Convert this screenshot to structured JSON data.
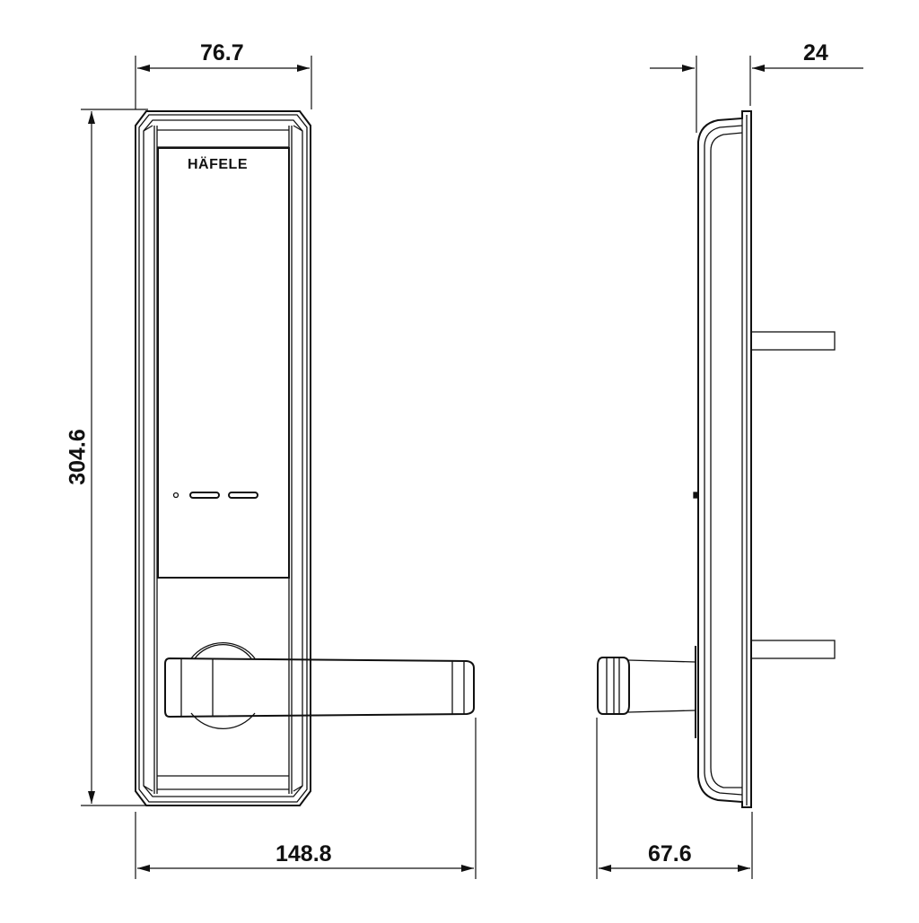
{
  "drawing": {
    "title": "HÄFELE digital door lock dimension drawing",
    "line_color": "#111111",
    "background": "#ffffff"
  },
  "front_view": {
    "brand_label": "HÄFELE",
    "indicators": {
      "led_dot": "led-indicator",
      "slots": [
        "card-slot-left",
        "card-slot-right"
      ]
    }
  },
  "dimensions": {
    "front_width": "76.7",
    "height": "304.6",
    "handle_span": "148.8",
    "side_thickness": "24",
    "side_projection": "67.6"
  }
}
